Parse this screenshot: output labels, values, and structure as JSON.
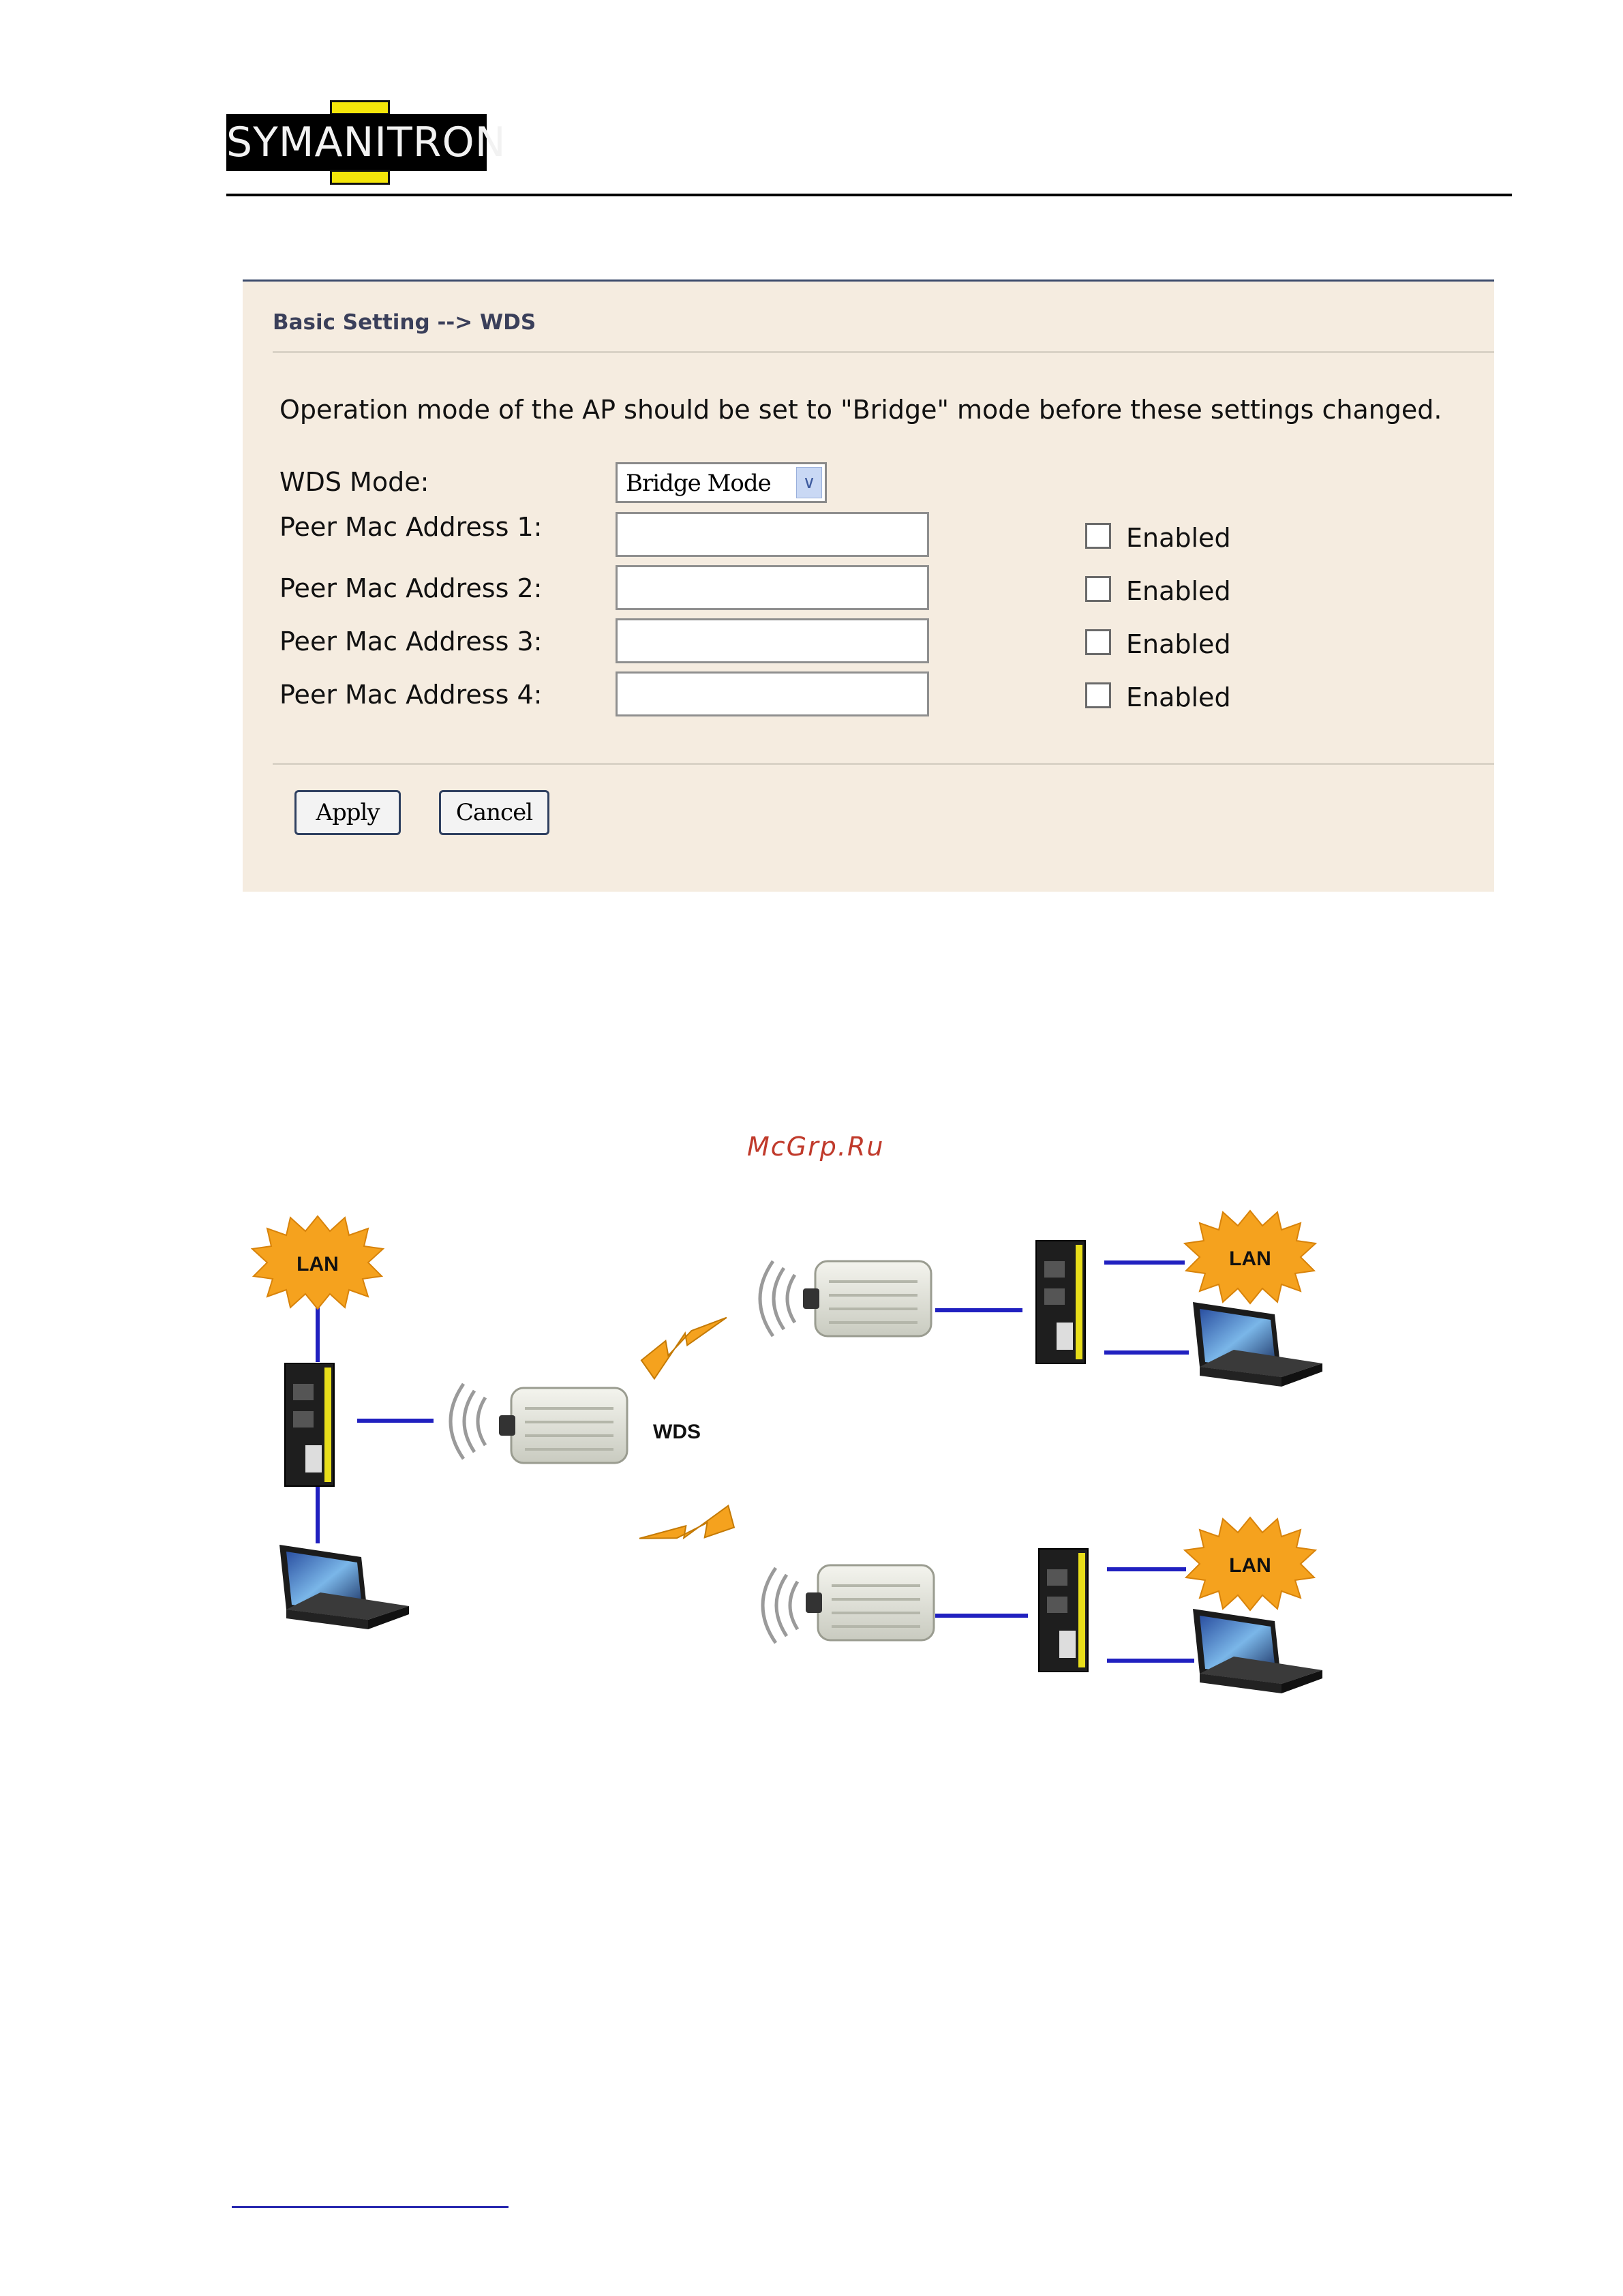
{
  "brand": {
    "logo_text": "SYMANITRON",
    "logo_yellow": "#f5e60a"
  },
  "panel": {
    "breadcrumb": "Basic Setting --> WDS",
    "notice": "Operation mode of the AP should be set to \"Bridge\" mode before these settings changed.",
    "wds_mode_label": "WDS Mode:",
    "wds_mode_value": "Bridge Mode",
    "peers": [
      {
        "label": "Peer Mac Address 1:",
        "value": "",
        "enabled_label": "Enabled"
      },
      {
        "label": "Peer Mac Address 2:",
        "value": "",
        "enabled_label": "Enabled"
      },
      {
        "label": "Peer Mac Address 3:",
        "value": "",
        "enabled_label": "Enabled"
      },
      {
        "label": "Peer Mac Address 4:",
        "value": "",
        "enabled_label": "Enabled"
      }
    ],
    "apply_label": "Apply",
    "cancel_label": "Cancel"
  },
  "watermark": "McGrp.Ru",
  "diagram": {
    "lan_label": "LAN",
    "wds_label": "WDS",
    "link_color": "#2020c0",
    "burst_color": "#f5a21e"
  }
}
